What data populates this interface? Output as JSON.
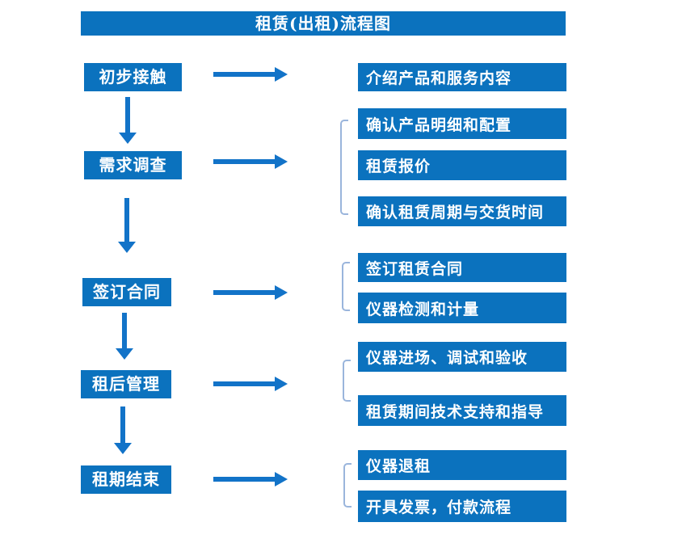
{
  "title": "租赁(出租)流程图",
  "colors": {
    "box_blue": "#0B72BE",
    "arrow_blue": "#1273C8",
    "bracket_blue": "#9AB5DC",
    "text_white": "#FFFFFF",
    "page_bg": "#FFFFFF"
  },
  "steps": [
    {
      "label": "初步接触"
    },
    {
      "label": "需求调查"
    },
    {
      "label": "签订合同"
    },
    {
      "label": "租后管理"
    },
    {
      "label": "租期结束"
    }
  ],
  "details": [
    {
      "label": "介绍产品和服务内容"
    },
    {
      "label": "确认产品明细和配置"
    },
    {
      "label": "租赁报价"
    },
    {
      "label": "确认租赁周期与交货时间"
    },
    {
      "label": "签订租赁合同"
    },
    {
      "label": "仪器检测和计量"
    },
    {
      "label": "仪器进场、调试和验收"
    },
    {
      "label": "租赁期间技术支持和指导"
    },
    {
      "label": "仪器退租"
    },
    {
      "label": "开具发票，付款流程"
    }
  ]
}
